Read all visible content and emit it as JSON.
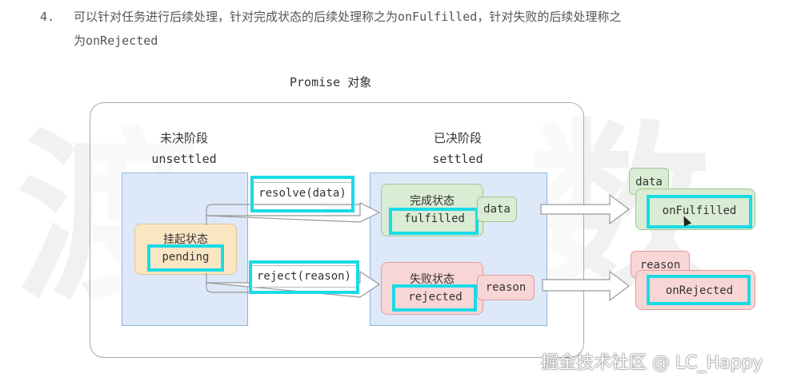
{
  "intro": {
    "num": "4.",
    "line1": "可以针对任务进行后续处理，针对完成状态的后续处理称之为onFulfilled，针对失败的后续处理称之",
    "line2": "为onRejected"
  },
  "diagram": {
    "title": "Promise 对象",
    "unsettled": {
      "cn": "未决阶段",
      "en": "unsettled"
    },
    "settled": {
      "cn": "已决阶段",
      "en": "settled"
    },
    "pending": {
      "cn": "挂起状态",
      "en": "pending"
    },
    "fulfilled": {
      "cn": "完成状态",
      "en": "fulfilled",
      "tag": "data"
    },
    "rejected": {
      "cn": "失败状态",
      "en": "rejected",
      "tag": "reason"
    },
    "resolve_label": "resolve(data)",
    "reject_label": "reject(reason)",
    "onFulfilled": {
      "tag": "data",
      "label": "onFulfilled"
    },
    "onRejected": {
      "tag": "reason",
      "label": "onRejected"
    }
  },
  "credit": "掘金技术社区 @ LC_Happy",
  "colors": {
    "highlight": "#19dbe6",
    "panel": "#dde9f9",
    "pending": "#fbe6c4",
    "fulfilled": "#d9ecd4",
    "rejected": "#f9d6d6"
  }
}
